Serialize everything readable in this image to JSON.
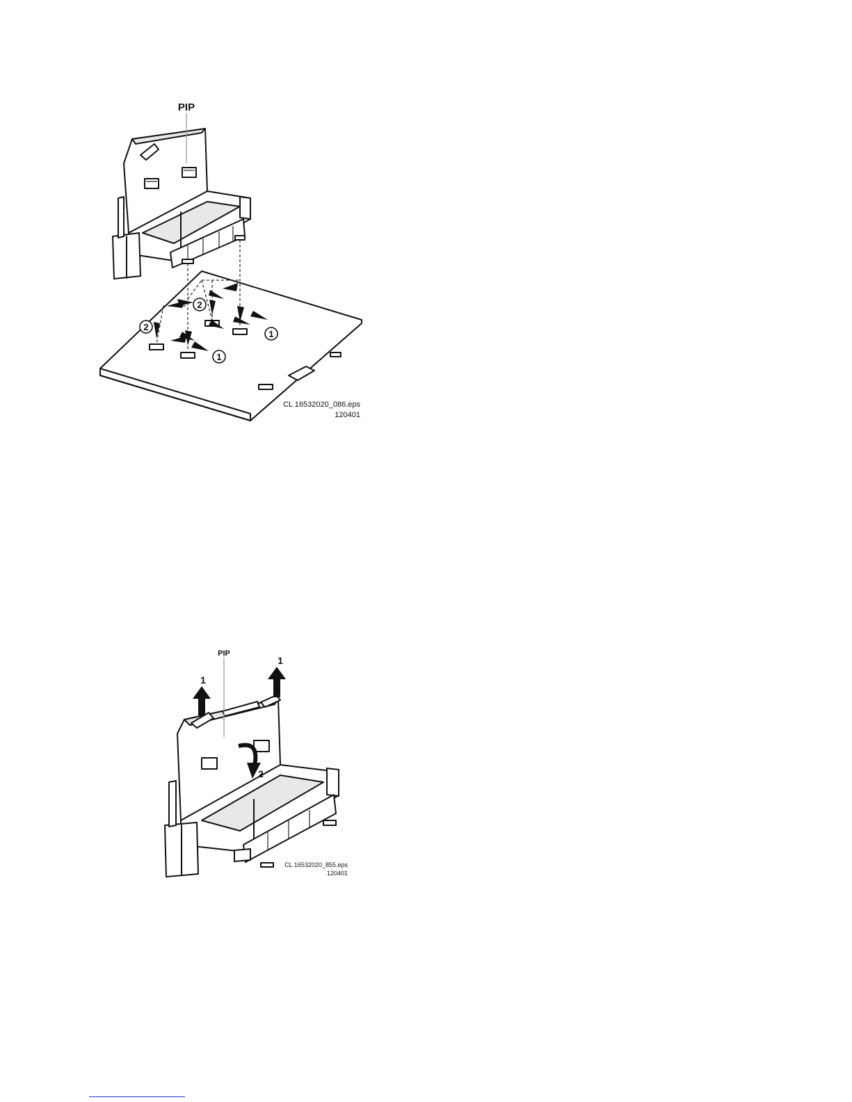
{
  "figure1": {
    "part_label": "PIP",
    "callouts": [
      "2",
      "2",
      "1",
      "1"
    ],
    "caption_line1": "CL 16532020_086.eps",
    "caption_line2": "120401"
  },
  "figure2": {
    "part_label": "PIP",
    "callouts": [
      "1",
      "1",
      "2"
    ],
    "caption_line1": "CL 16532020_855.eps",
    "caption_line2": "120401"
  }
}
